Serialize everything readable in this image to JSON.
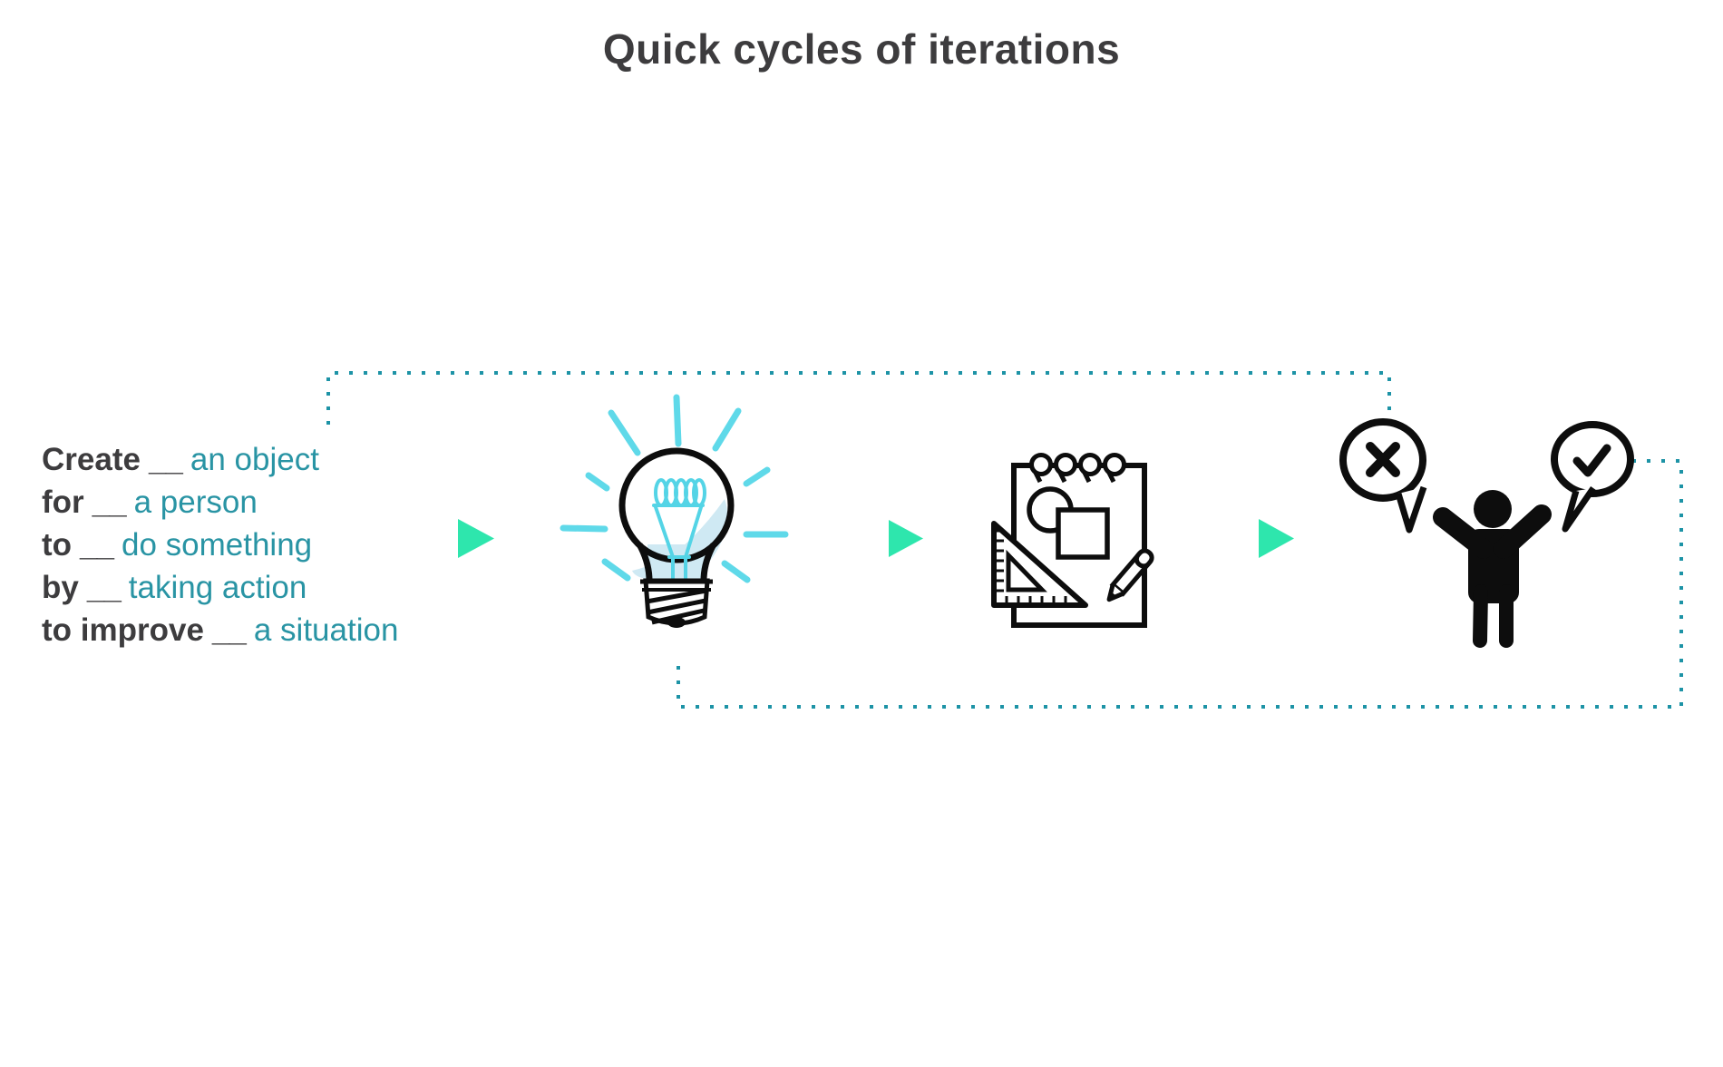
{
  "title": "Quick cycles of iterations",
  "statement": {
    "lines": [
      {
        "bold": "Create",
        "gap": "__",
        "rest": "an object"
      },
      {
        "bold": "for",
        "gap": "__",
        "rest": "a person"
      },
      {
        "bold": "to",
        "gap": "__",
        "rest": "do something"
      },
      {
        "bold": "by",
        "gap": "__",
        "rest": "taking action"
      },
      {
        "bold": "to improve",
        "gap": "__",
        "rest": "a situation"
      }
    ]
  },
  "flow": {
    "step_icons": [
      "lightbulb-icon",
      "sketchpad-icon",
      "cheering-person-icon"
    ],
    "feedback_icons": [
      {
        "icon": "cross-bubble-icon",
        "symbol": "×"
      },
      {
        "icon": "check-bubble-icon",
        "symbol": "✓"
      }
    ],
    "arrow_icon": "triangle-right-icon",
    "loop_style": "dotted"
  },
  "colors": {
    "dark-text": "#3d3c3e",
    "teal-text": "#2994a4",
    "dots": "#1d93a6",
    "arrow": "#2ee6ad",
    "ray": "#5fd9e9",
    "filament": "#54d4e6",
    "bulb-base": "#43d5a0",
    "bulb-shade": "#cfe9f3",
    "icon-black": "#0d0d0d"
  }
}
